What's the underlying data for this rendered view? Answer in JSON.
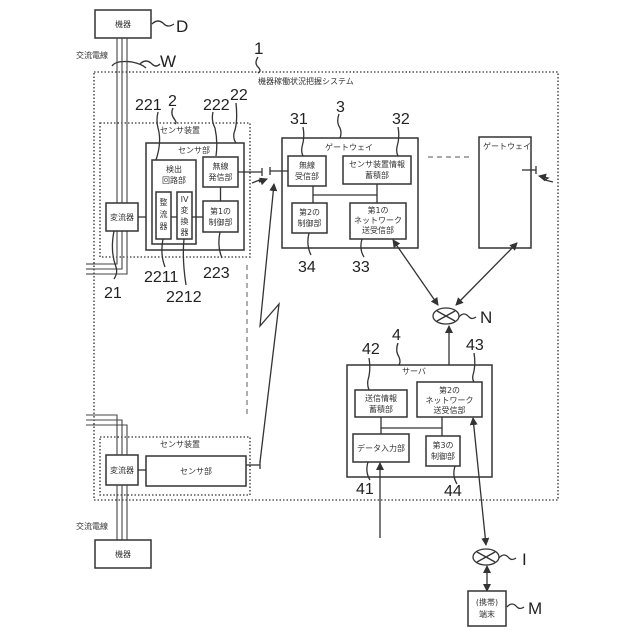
{
  "diagram": {
    "title": "機器稼働状況把握システム",
    "system_ref": "1",
    "top_device": {
      "label": "機器",
      "ref": "D"
    },
    "bottom_device": {
      "label": "機器"
    },
    "ac_wire_top": {
      "label": "交流電線",
      "ref": "W"
    },
    "ac_wire_bottom": {
      "label": "交流電線"
    },
    "sensor_device_1": {
      "label": "センサ装置",
      "ref": "2",
      "rectifier": {
        "label": "変流器",
        "ref": "21"
      },
      "sensor_unit": {
        "label": "センサ部",
        "ref": "22",
        "detection_circuit": {
          "label_line1": "検出",
          "label_line2": "回路部",
          "ref": "221"
        },
        "rectifier_cell": {
          "label": "整流器",
          "ref": "2211"
        },
        "iv_converter": {
          "label": "IV変換器",
          "ref": "2212"
        },
        "wireless_tx": {
          "label_line1": "無線",
          "label_line2": "発信部",
          "ref": "222"
        },
        "first_control": {
          "label_line1": "第1の",
          "label_line2": "制御部",
          "ref": "223"
        }
      }
    },
    "sensor_device_2": {
      "label": "センサ装置",
      "rectifier": {
        "label": "変流器"
      },
      "sensor_unit": {
        "label": "センサ部"
      }
    },
    "gateway_1": {
      "label": "ゲートウェイ",
      "ref": "3",
      "wireless_rx": {
        "label_line1": "無線",
        "label_line2": "受信部",
        "ref": "31"
      },
      "sensor_info_store": {
        "label_line1": "センサ装置情報",
        "label_line2": "蓄積部",
        "ref": "32"
      },
      "first_network": {
        "label_line1": "第1の",
        "label_line2": "ネットワーク",
        "label_line3": "送受信部",
        "ref": "33"
      },
      "second_control": {
        "label_line1": "第2の",
        "label_line2": "制御部",
        "ref": "34"
      }
    },
    "gateway_2": {
      "label": "ゲートウェイ"
    },
    "network_n": {
      "ref": "N"
    },
    "server": {
      "label": "サーバ",
      "ref": "4",
      "data_input": {
        "label": "データ入力部",
        "ref": "41"
      },
      "send_info_store": {
        "label_line1": "送信情報",
        "label_line2": "蓄積部",
        "ref": "42"
      },
      "second_network": {
        "label_line1": "第2の",
        "label_line2": "ネットワーク",
        "label_line3": "送受信部",
        "ref": "43"
      },
      "third_control": {
        "label_line1": "第3の",
        "label_line2": "制御部",
        "ref": "44"
      }
    },
    "network_i": {
      "ref": "I"
    },
    "terminal": {
      "label_line1": "(携帯)",
      "label_line2": "端末",
      "ref": "M"
    }
  }
}
